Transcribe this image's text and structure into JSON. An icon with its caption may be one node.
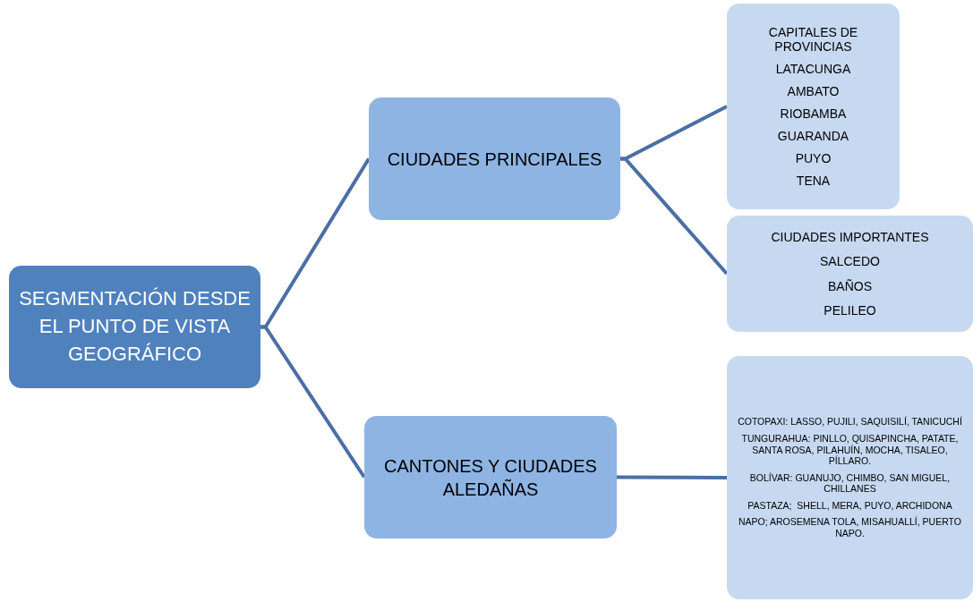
{
  "diagram": {
    "nodes": [
      {
        "text": [
          "SEGMENTACIÓN DESDE EL PUNTO DE VISTA GEOGRÁFICO"
        ]
      },
      {
        "text": [
          "CIUDADES PRINCIPALES"
        ]
      },
      {
        "text": [
          "CANTONES Y CIUDADES ALEDAÑAS"
        ]
      },
      {
        "text": [
          "CAPITALES DE PROVINCIAS",
          "LATACUNGA",
          "AMBATO",
          "RIOBAMBA",
          "GUARANDA",
          "PUYO",
          "TENA"
        ]
      },
      {
        "text": [
          "CIUDADES IMPORTANTES",
          "SALCEDO",
          "BAÑOS",
          "PELILEO"
        ]
      },
      {
        "text": [
          "COTOPAXI: LASSO, PUJILI, SAQUISILÍ, TANICUCHÍ",
          "TUNGURAHUA: PINLLO, QUISAPINCHA, PATATE, SANTA ROSA, PILAHUÍN, MOCHA, TISALEO, PÍLLARO.",
          "BOLÍVAR: GUANUJO, CHIMBO, SAN MIGUEL, CHILLANES",
          "PASTAZA;  SHELL, MERA, PUYO, ARCHIDONA",
          "NAPO; AROSEMENA TOLA, MISAHUALLÍ, PUERTO NAPO."
        ]
      }
    ],
    "edges": [
      {
        "from": 0,
        "to": 1,
        "arrow": "none"
      },
      {
        "from": 0,
        "to": 2,
        "arrow": "none"
      },
      {
        "from": 1,
        "to": 3,
        "arrow": "none"
      },
      {
        "from": 1,
        "to": 4,
        "arrow": "none"
      },
      {
        "from": 2,
        "to": 5,
        "arrow": "none"
      }
    ]
  }
}
